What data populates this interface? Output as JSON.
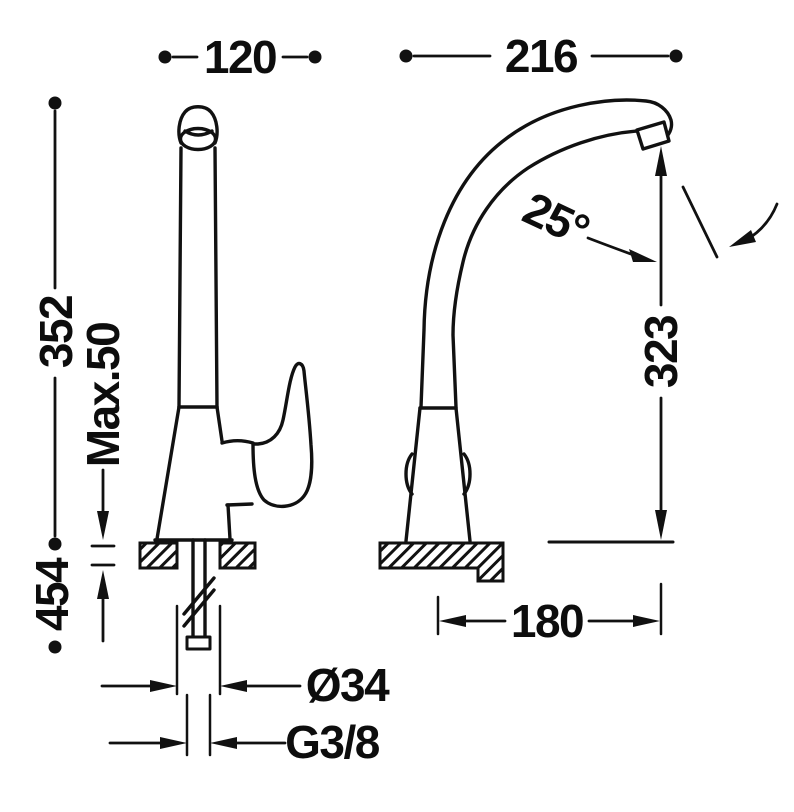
{
  "page": {
    "background": "#ffffff",
    "line_color": "#111111",
    "description": "kitchen sink mixer tap dimensional technical drawing, front and side views"
  },
  "dimensions": {
    "front_width": "120",
    "side_depth": "216",
    "height_to_spout": "352",
    "max_mounting_thickness": "Max.50",
    "height_below_total": "454",
    "spout_angle": "25°",
    "spout_outlet_height": "323",
    "spout_reach": "180",
    "base_diameter": "Ø34",
    "connection_thread": "G3/8"
  }
}
